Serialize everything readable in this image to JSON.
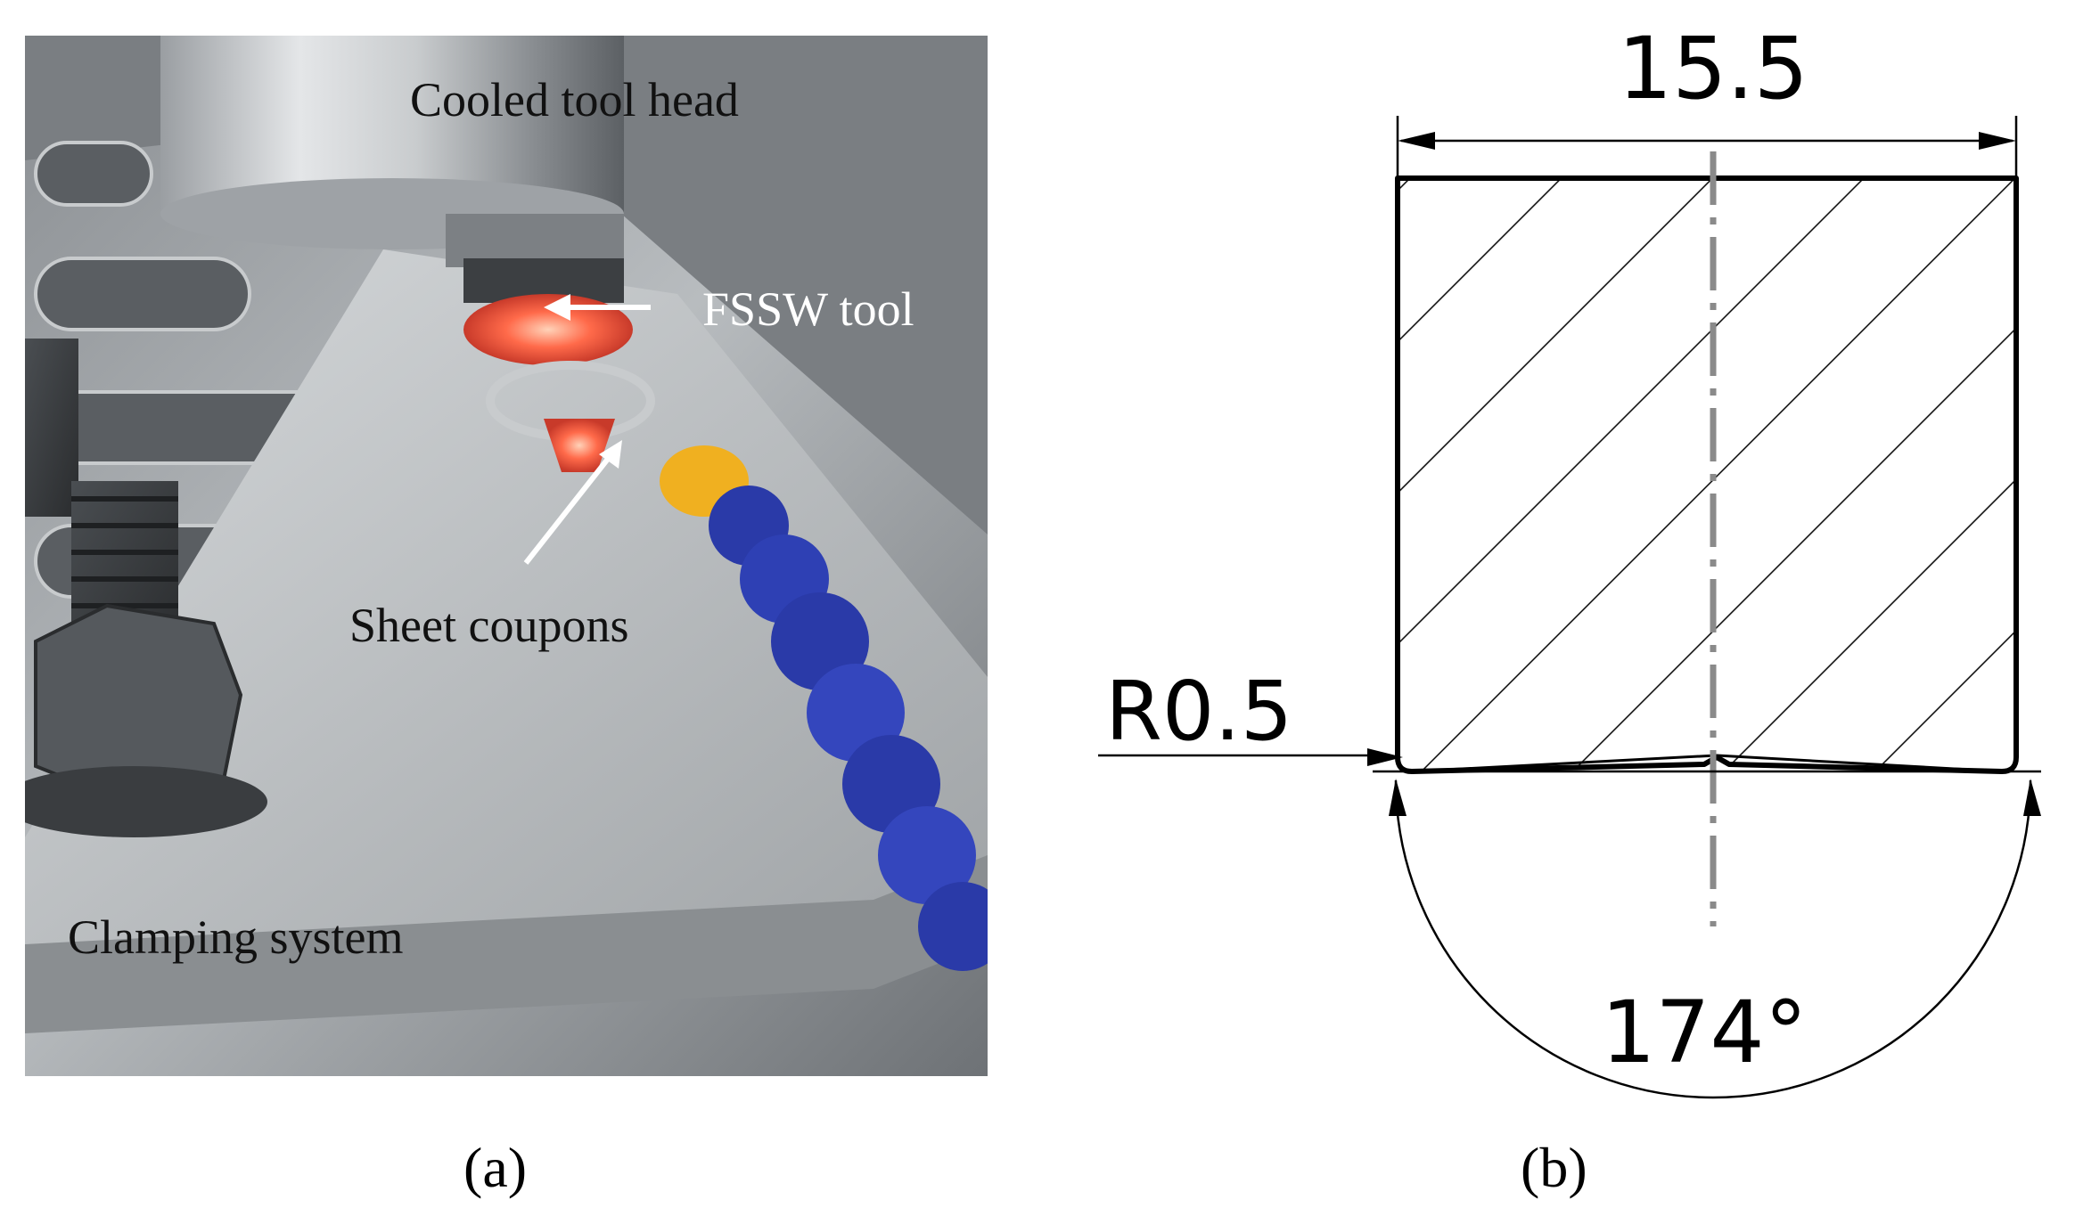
{
  "panel_a": {
    "caption": "(a)",
    "labels": {
      "tool_head": "Cooled tool head",
      "fssw_tool": "FSSW tool",
      "sheet_coupons": "Sheet coupons",
      "clamping_system": "Clamping system"
    }
  },
  "panel_b": {
    "caption": "(b)",
    "dimensions": {
      "diameter": "15.5",
      "radius": "R0.5",
      "angle": "174°"
    }
  },
  "colors": {
    "line": "#000000",
    "centerline": "#8a8a8a",
    "tool_glow": "#ff6a4a",
    "coolant_hose": "#2a3aa8",
    "hose_tip": "#f0b020"
  }
}
